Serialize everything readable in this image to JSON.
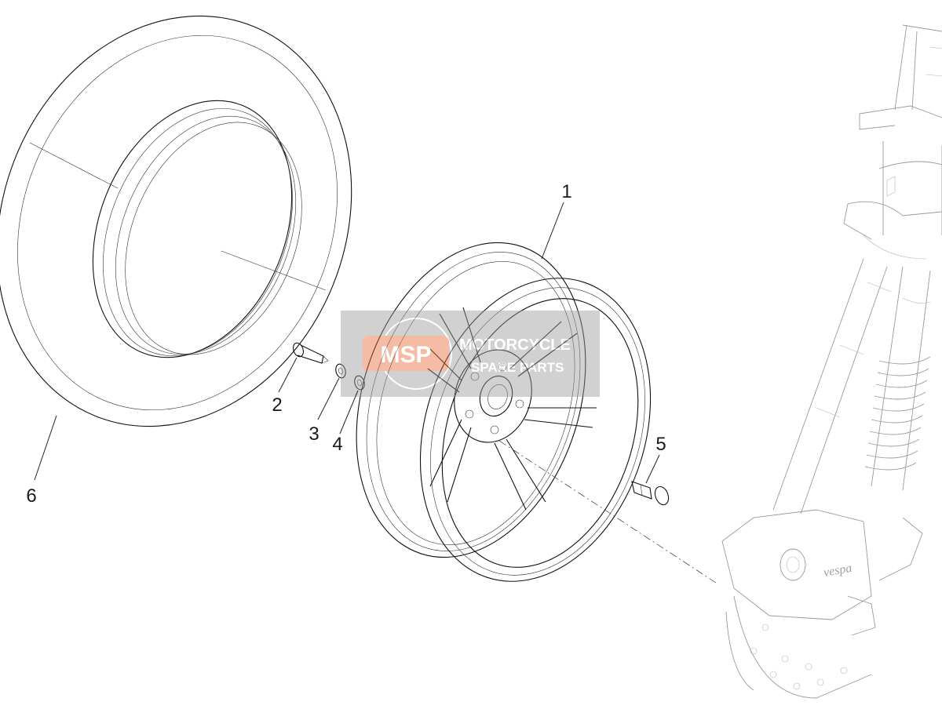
{
  "diagram": {
    "callouts": [
      {
        "id": "1",
        "label": "1"
      },
      {
        "id": "2",
        "label": "2"
      },
      {
        "id": "3",
        "label": "3"
      },
      {
        "id": "4",
        "label": "4"
      },
      {
        "id": "5",
        "label": "5"
      },
      {
        "id": "6",
        "label": "6"
      }
    ]
  },
  "watermark": {
    "logo_text": "MSP",
    "line1": "MOTORCYCLE",
    "line2": "SPARE PARTS",
    "color": "#e8693a"
  },
  "colors": {
    "line": "#111111",
    "fork": "#9a9a9a",
    "background": "#ffffff"
  }
}
